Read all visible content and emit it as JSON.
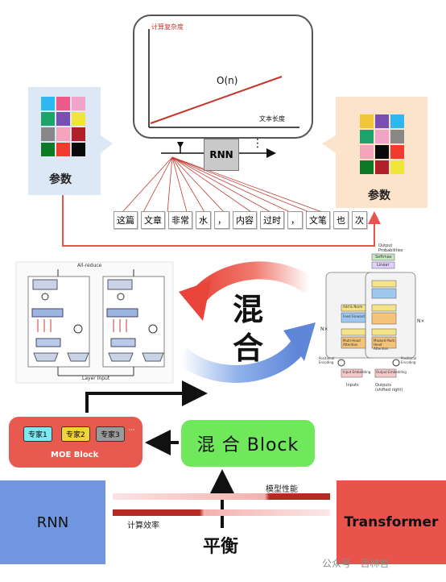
{
  "chart": {
    "ylabel": "计算复杂度",
    "xlabel": "文本长度",
    "annotation": "O(n)"
  },
  "rnn_node": {
    "label": "RNN",
    "ellipsis": "⋮"
  },
  "left_panel": {
    "label": "参数",
    "colors": [
      "#2fb8f0",
      "#f05a8a",
      "#f0a5c8",
      "#1ea36a",
      "#7a4fb2",
      "#f0e63a",
      "#888888",
      "#f6a4bc",
      "#b01f2a",
      "#0d7a28",
      "#f23b2f",
      "#0a0a0a"
    ]
  },
  "right_panel": {
    "label": "参数",
    "colors": [
      "#f0c53a",
      "#7a4fb2",
      "#2fb8f0",
      "#1ea36a",
      "#f0a5c8",
      "#888888",
      "#f6a4bc",
      "#0a0a0a",
      "#f23b2f",
      "#0d7a28",
      "#b01f2a",
      "#f0e63a"
    ]
  },
  "tokens": [
    "这篇",
    "文章",
    "非常",
    "水",
    "，",
    "内容",
    "过时",
    "，",
    "文笔",
    "也",
    "次"
  ],
  "mix_label": {
    "line1": "混",
    "line2": "合"
  },
  "left_diagram": {
    "top_label": "All-reduce",
    "bottom_label": "Layer Input"
  },
  "right_diagram": {
    "top_label": "Output Probabilities",
    "softmax": "Softmax",
    "linear": "Linear",
    "add_norm": "Add & Norm",
    "feed_forward": "Feed Forward",
    "multi_head": "Multi-Head Attention",
    "masked": "Masked Multi-Head Attention",
    "nx": "N×",
    "pos_enc": "Positional Encoding",
    "input_emb": "Input Embedding",
    "output_emb": "Output Embedding",
    "inputs": "Inputs",
    "outputs": "Outputs (shifted right)"
  },
  "moe": {
    "label": "MOE Block",
    "experts": [
      {
        "label": "专家1",
        "color": "#7ee8f0"
      },
      {
        "label": "专家2",
        "color": "#f4d23a"
      },
      {
        "label": "专家3",
        "color": "#9a9a9a"
      }
    ],
    "more": "···"
  },
  "mix_block": {
    "label": "混 合 Block"
  },
  "rnn_box": {
    "label": "RNN"
  },
  "transformer_box": {
    "label": "Transformer"
  },
  "bars": {
    "performance_label": "模型性能",
    "efficiency_label": "计算效率"
  },
  "balance": "平衡",
  "watermark": "公众号 · 百林哲"
}
